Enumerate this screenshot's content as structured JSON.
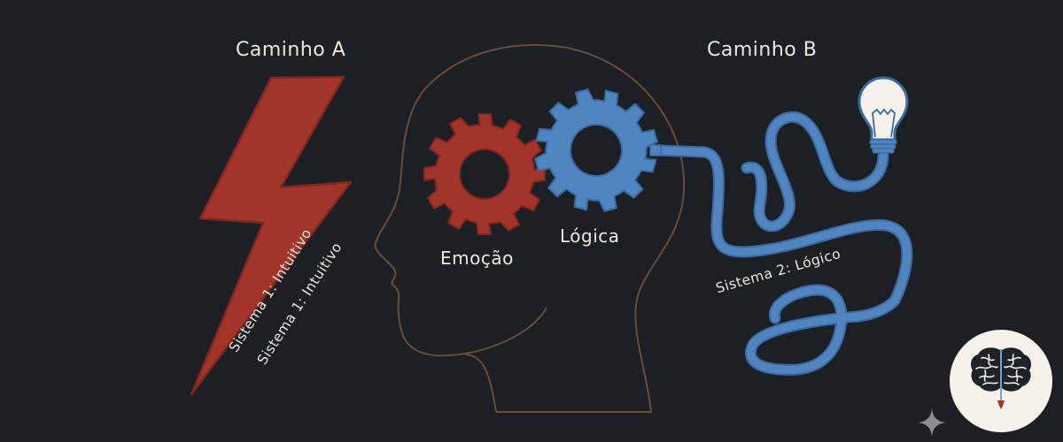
{
  "paths": {
    "a": {
      "title": "Caminho A",
      "system_label": "Sistema 1: Intuitivo",
      "system_label_echo": "Sistema 1: Intuitivo",
      "icon": "lightning-bolt-icon"
    },
    "b": {
      "title": "Caminho B",
      "system_label": "Sistema 2: Lógico",
      "icon": "light-bulb-icon"
    }
  },
  "head": {
    "gears": [
      {
        "label": "Emoção",
        "icon": "gear-icon"
      },
      {
        "label": "Lógica",
        "icon": "gear-icon"
      }
    ]
  },
  "badge": {
    "icon": "brain-pendulum-icon"
  },
  "corner": {
    "icon": "sparkle-icon"
  },
  "colors": {
    "background": "#1c1f24",
    "intuitive_red": "#a2342a",
    "logical_blue": "#5185c1",
    "head_outline": "#6b4a3a",
    "text": "#efe6dc",
    "badge_bg": "#f6f1ea"
  }
}
